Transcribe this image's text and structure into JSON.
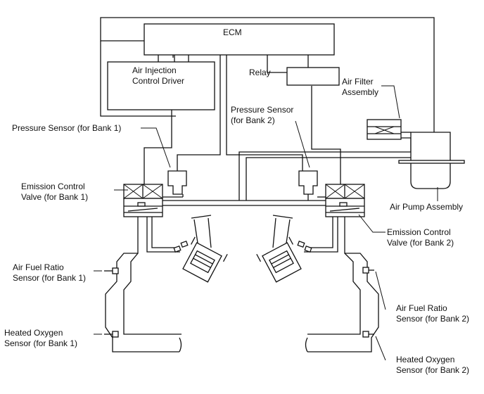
{
  "labels": {
    "ecm": "ECM",
    "relay": "Relay",
    "air_injection_driver": [
      "Air Injection",
      "Control Driver"
    ],
    "air_filter": [
      "Air Filter",
      "Assembly"
    ],
    "pressure_sensor_bank1": "Pressure Sensor (for Bank 1)",
    "pressure_sensor_bank2": [
      "Pressure Sensor",
      "(for Bank 2)"
    ],
    "emission_valve_bank1": [
      "Emission Control",
      "Valve (for Bank 1)"
    ],
    "emission_valve_bank2": [
      "Emission Control",
      "Valve (for Bank 2)"
    ],
    "air_pump": "Air Pump Assembly",
    "af_sensor_bank1": [
      "Air Fuel Ratio",
      "Sensor (for Bank 1)"
    ],
    "af_sensor_bank2": [
      "Air Fuel Ratio",
      "Sensor (for Bank 2)"
    ],
    "ho2_sensor_bank1": [
      "Heated Oxygen",
      "Sensor (for Bank 1)"
    ],
    "ho2_sensor_bank2": [
      "Heated Oxygen",
      "Sensor (for Bank 2)"
    ]
  }
}
